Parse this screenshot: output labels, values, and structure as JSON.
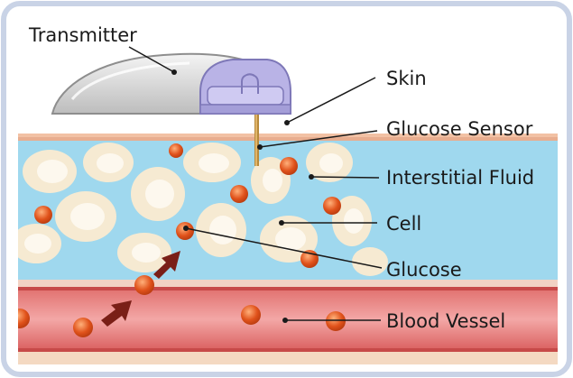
{
  "diagram": {
    "labels": {
      "transmitter": "Transmitter",
      "skin": "Skin",
      "glucose_sensor": "Glucose Sensor",
      "interstitial_fluid": "Interstitial Fluid",
      "cell": "Cell",
      "glucose": "Glucose",
      "blood_vessel": "Blood Vessel"
    },
    "colors": {
      "frame_border": "#c9d3e6",
      "skin": "#f2c1a4",
      "fluid": "#9fd8ee",
      "cell": "#f6ead2",
      "cell_nucleus": "#fdf8ee",
      "glucose": "#e0521b",
      "vessel": "#e98b8a",
      "arrow": "#7a1f17",
      "transmitter_body": "#d9d9d9",
      "transmitter_cap": "#b9b3e6"
    }
  }
}
